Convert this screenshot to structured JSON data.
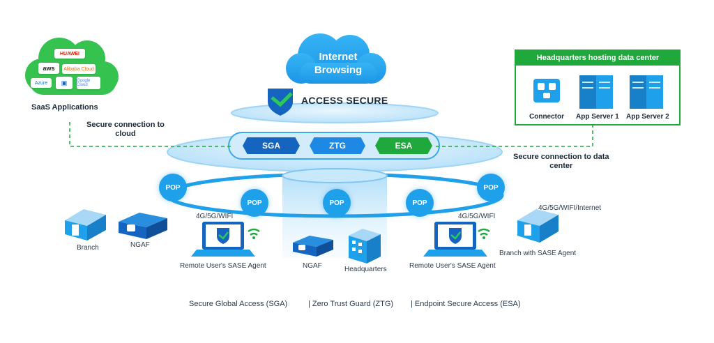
{
  "cloud": {
    "line1": "Internet",
    "line2": "Browsing"
  },
  "brand": {
    "name": "ACCESS SECURE"
  },
  "modules": [
    {
      "label": "SGA",
      "color": "#1565c0"
    },
    {
      "label": "ZTG",
      "color": "#1e88e5"
    },
    {
      "label": "ESA",
      "color": "#1fa83c"
    }
  ],
  "saas": {
    "label": "SaaS Applications",
    "logos": [
      "HUAWEI",
      "aws",
      "Alibaba Cloud",
      "Azure",
      "Google Cloud"
    ]
  },
  "secure_cloud": {
    "line1": "Secure connection to",
    "line2": "cloud"
  },
  "secure_dc": {
    "line1": "Secure connection to data",
    "line2": "center"
  },
  "headquarters_dc": {
    "title": "Headquarters hosting data center",
    "items": [
      "Connector",
      "App Server 1",
      "App Server 2"
    ]
  },
  "pops": [
    "POP",
    "POP",
    "POP",
    "POP",
    "POP"
  ],
  "sites": {
    "branch": "Branch",
    "ngaf_left": "NGAF",
    "remote_left": "Remote User's SASE Agent",
    "remote_left_net": "4G/5G/WIFI",
    "ngaf_center": "NGAF",
    "headquarters": "Headquarters",
    "remote_right": "Remote User's SASE Agent",
    "remote_right_net": "4G/5G/WIFI",
    "branch_agent": "Branch with SASE Agent",
    "branch_agent_net": "4G/5G/WIFI/Internet"
  },
  "legend": [
    "Secure Global Access (SGA)",
    "| Zero Trust Guard (ZTG)",
    "| Endpoint Secure Access (ESA)"
  ],
  "colors": {
    "blue": "#1fa0ea",
    "green": "#1fa83c",
    "navy": "#1565c0"
  }
}
